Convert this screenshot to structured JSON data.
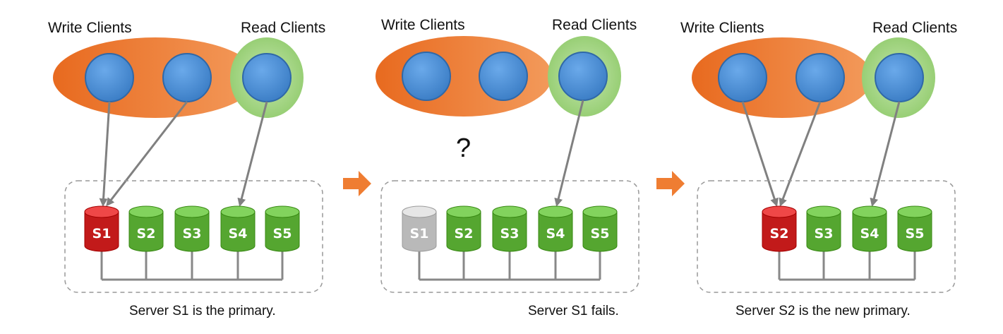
{
  "colors": {
    "write_group": "#ef7d32",
    "read_group": "#9ccf7d",
    "client": "#4a8fd6",
    "primary_server": "#c21a1a",
    "healthy_server": "#55a630",
    "failed_server": "#b9b9b9",
    "arrow": "#ef7d32",
    "connector": "#888888"
  },
  "panels": [
    {
      "write_label": "Write Clients",
      "read_label": "Read Clients",
      "caption": "Server S1 is the primary.",
      "question_mark": "",
      "servers": [
        {
          "name": "S1",
          "state": "primary"
        },
        {
          "name": "S2",
          "state": "healthy"
        },
        {
          "name": "S3",
          "state": "healthy"
        },
        {
          "name": "S4",
          "state": "healthy"
        },
        {
          "name": "S5",
          "state": "healthy"
        }
      ]
    },
    {
      "write_label": "Write Clients",
      "read_label": "Read Clients",
      "caption": "Server S1 fails.",
      "question_mark": "?",
      "servers": [
        {
          "name": "S1",
          "state": "failed"
        },
        {
          "name": "S2",
          "state": "healthy"
        },
        {
          "name": "S3",
          "state": "healthy"
        },
        {
          "name": "S4",
          "state": "healthy"
        },
        {
          "name": "S5",
          "state": "healthy"
        }
      ]
    },
    {
      "write_label": "Write Clients",
      "read_label": "Read Clients",
      "caption": "Server S2 is the new primary.",
      "question_mark": "",
      "servers": [
        {
          "name": "S2",
          "state": "primary"
        },
        {
          "name": "S3",
          "state": "healthy"
        },
        {
          "name": "S4",
          "state": "healthy"
        },
        {
          "name": "S5",
          "state": "healthy"
        }
      ]
    }
  ]
}
